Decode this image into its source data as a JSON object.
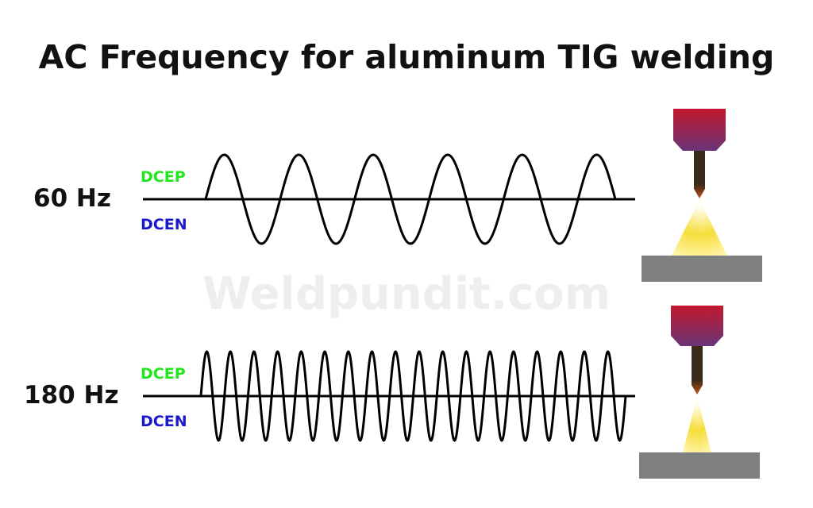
{
  "title": "AC Frequency for aluminum TIG welding",
  "watermark": "Weldpundit.com",
  "colors": {
    "dcep": "#22e622",
    "dcen": "#1a1acc",
    "wave": "#000000",
    "torch_top": "#c2182d",
    "torch_bottom": "#6a3478",
    "electrode_top": "#3a2a1a",
    "electrode_tip": "#c0521b",
    "arc": "#f6de3a",
    "plate": "#808080"
  },
  "panels": [
    {
      "frequency": "60 Hz",
      "positive_label": "DCEP",
      "negative_label": "DCEN",
      "cycles": 5.5,
      "arc_shape": "wide"
    },
    {
      "frequency": "180 Hz",
      "positive_label": "DCEP",
      "negative_label": "DCEN",
      "cycles": 18,
      "arc_shape": "narrow"
    }
  ]
}
